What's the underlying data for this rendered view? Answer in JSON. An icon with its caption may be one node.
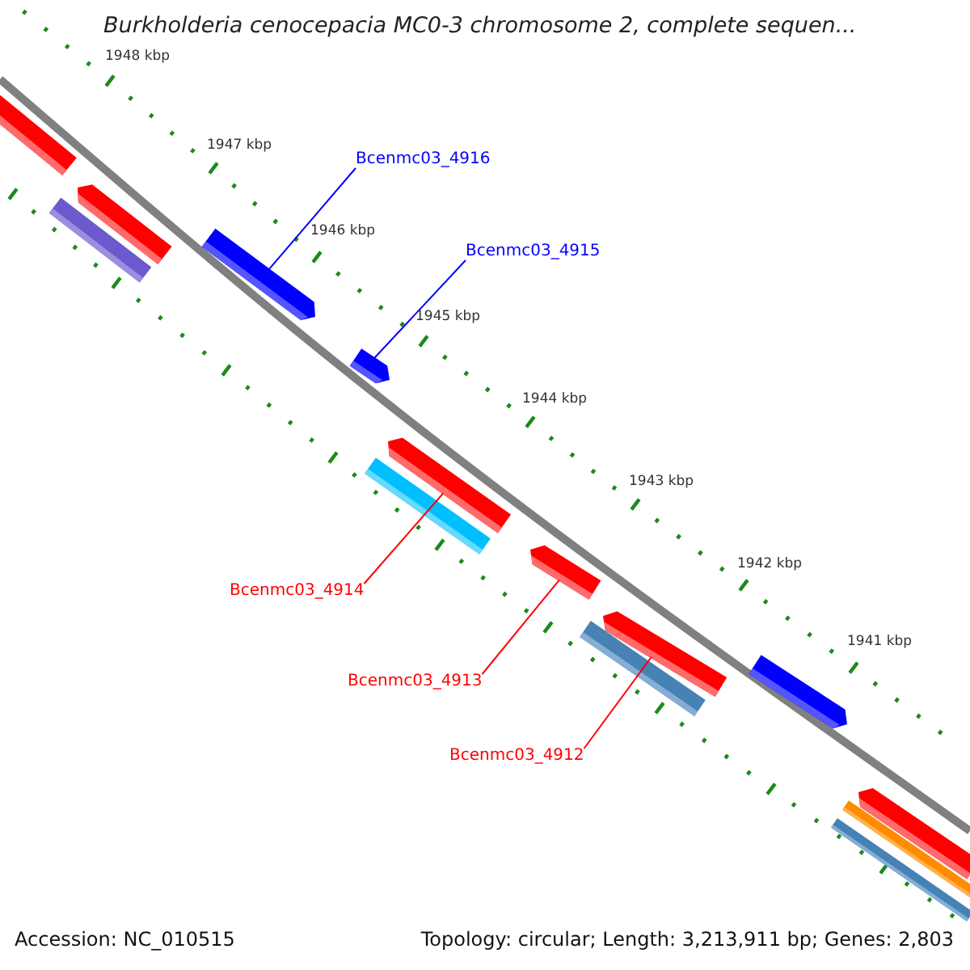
{
  "diagram": {
    "title": "Burkholderia cenocepacia MC0-3 chromosome 2, complete sequen...",
    "nodes": [
      {
        "text": [],
        "shape": "arrow"
      },
      {
        "text": [
          "Bcenmc03_4916"
        ]
      },
      {
        "text": [],
        "shape": "arrow"
      },
      {
        "text": [],
        "shape": "bar"
      },
      {
        "text": [],
        "shape": "arrow"
      },
      {
        "text": [
          "Bcenmc03_4915"
        ]
      },
      {
        "text": [],
        "shape": "arrow"
      },
      {
        "text": [],
        "shape": "arrow"
      },
      {
        "text": [],
        "shape": "bar"
      },
      {
        "text": [],
        "shape": "arrow"
      },
      {
        "text": [
          "Bcenmc03_4914"
        ]
      },
      {
        "text": [],
        "shape": "arrow"
      },
      {
        "text": [],
        "shape": "bar"
      },
      {
        "text": [],
        "shape": "arrow"
      },
      {
        "text": [
          "Bcenmc03_4913"
        ]
      },
      {
        "text": [
          "Bcenmc03_4912"
        ]
      },
      {
        "text": [],
        "shape": "arrow"
      },
      {
        "text": [],
        "shape": "bar"
      },
      {
        "text": [],
        "shape": "bar"
      }
    ],
    "edges": [
      {
        "from": 1,
        "to": 4,
        "arrow": "none",
        "color": "#0000ff"
      },
      {
        "from": 5,
        "to": 6,
        "arrow": "none",
        "color": "#0000ff"
      },
      {
        "from": 10,
        "to": 7,
        "arrow": "none"
      },
      {
        "from": 14,
        "to": 9,
        "arrow": "none"
      },
      {
        "from": 15,
        "to": 11,
        "arrow": "none"
      }
    ],
    "labels": [
      "1948 kbp",
      "1947 kbp",
      "1946 kbp",
      "1945 kbp",
      "1944 kbp",
      "1943 kbp",
      "1942 kbp",
      "1941 kbp",
      "Accession: NC_010515",
      "Topology: circular; Length: 3,213,911 bp; Genes: 2,803"
    ]
  }
}
